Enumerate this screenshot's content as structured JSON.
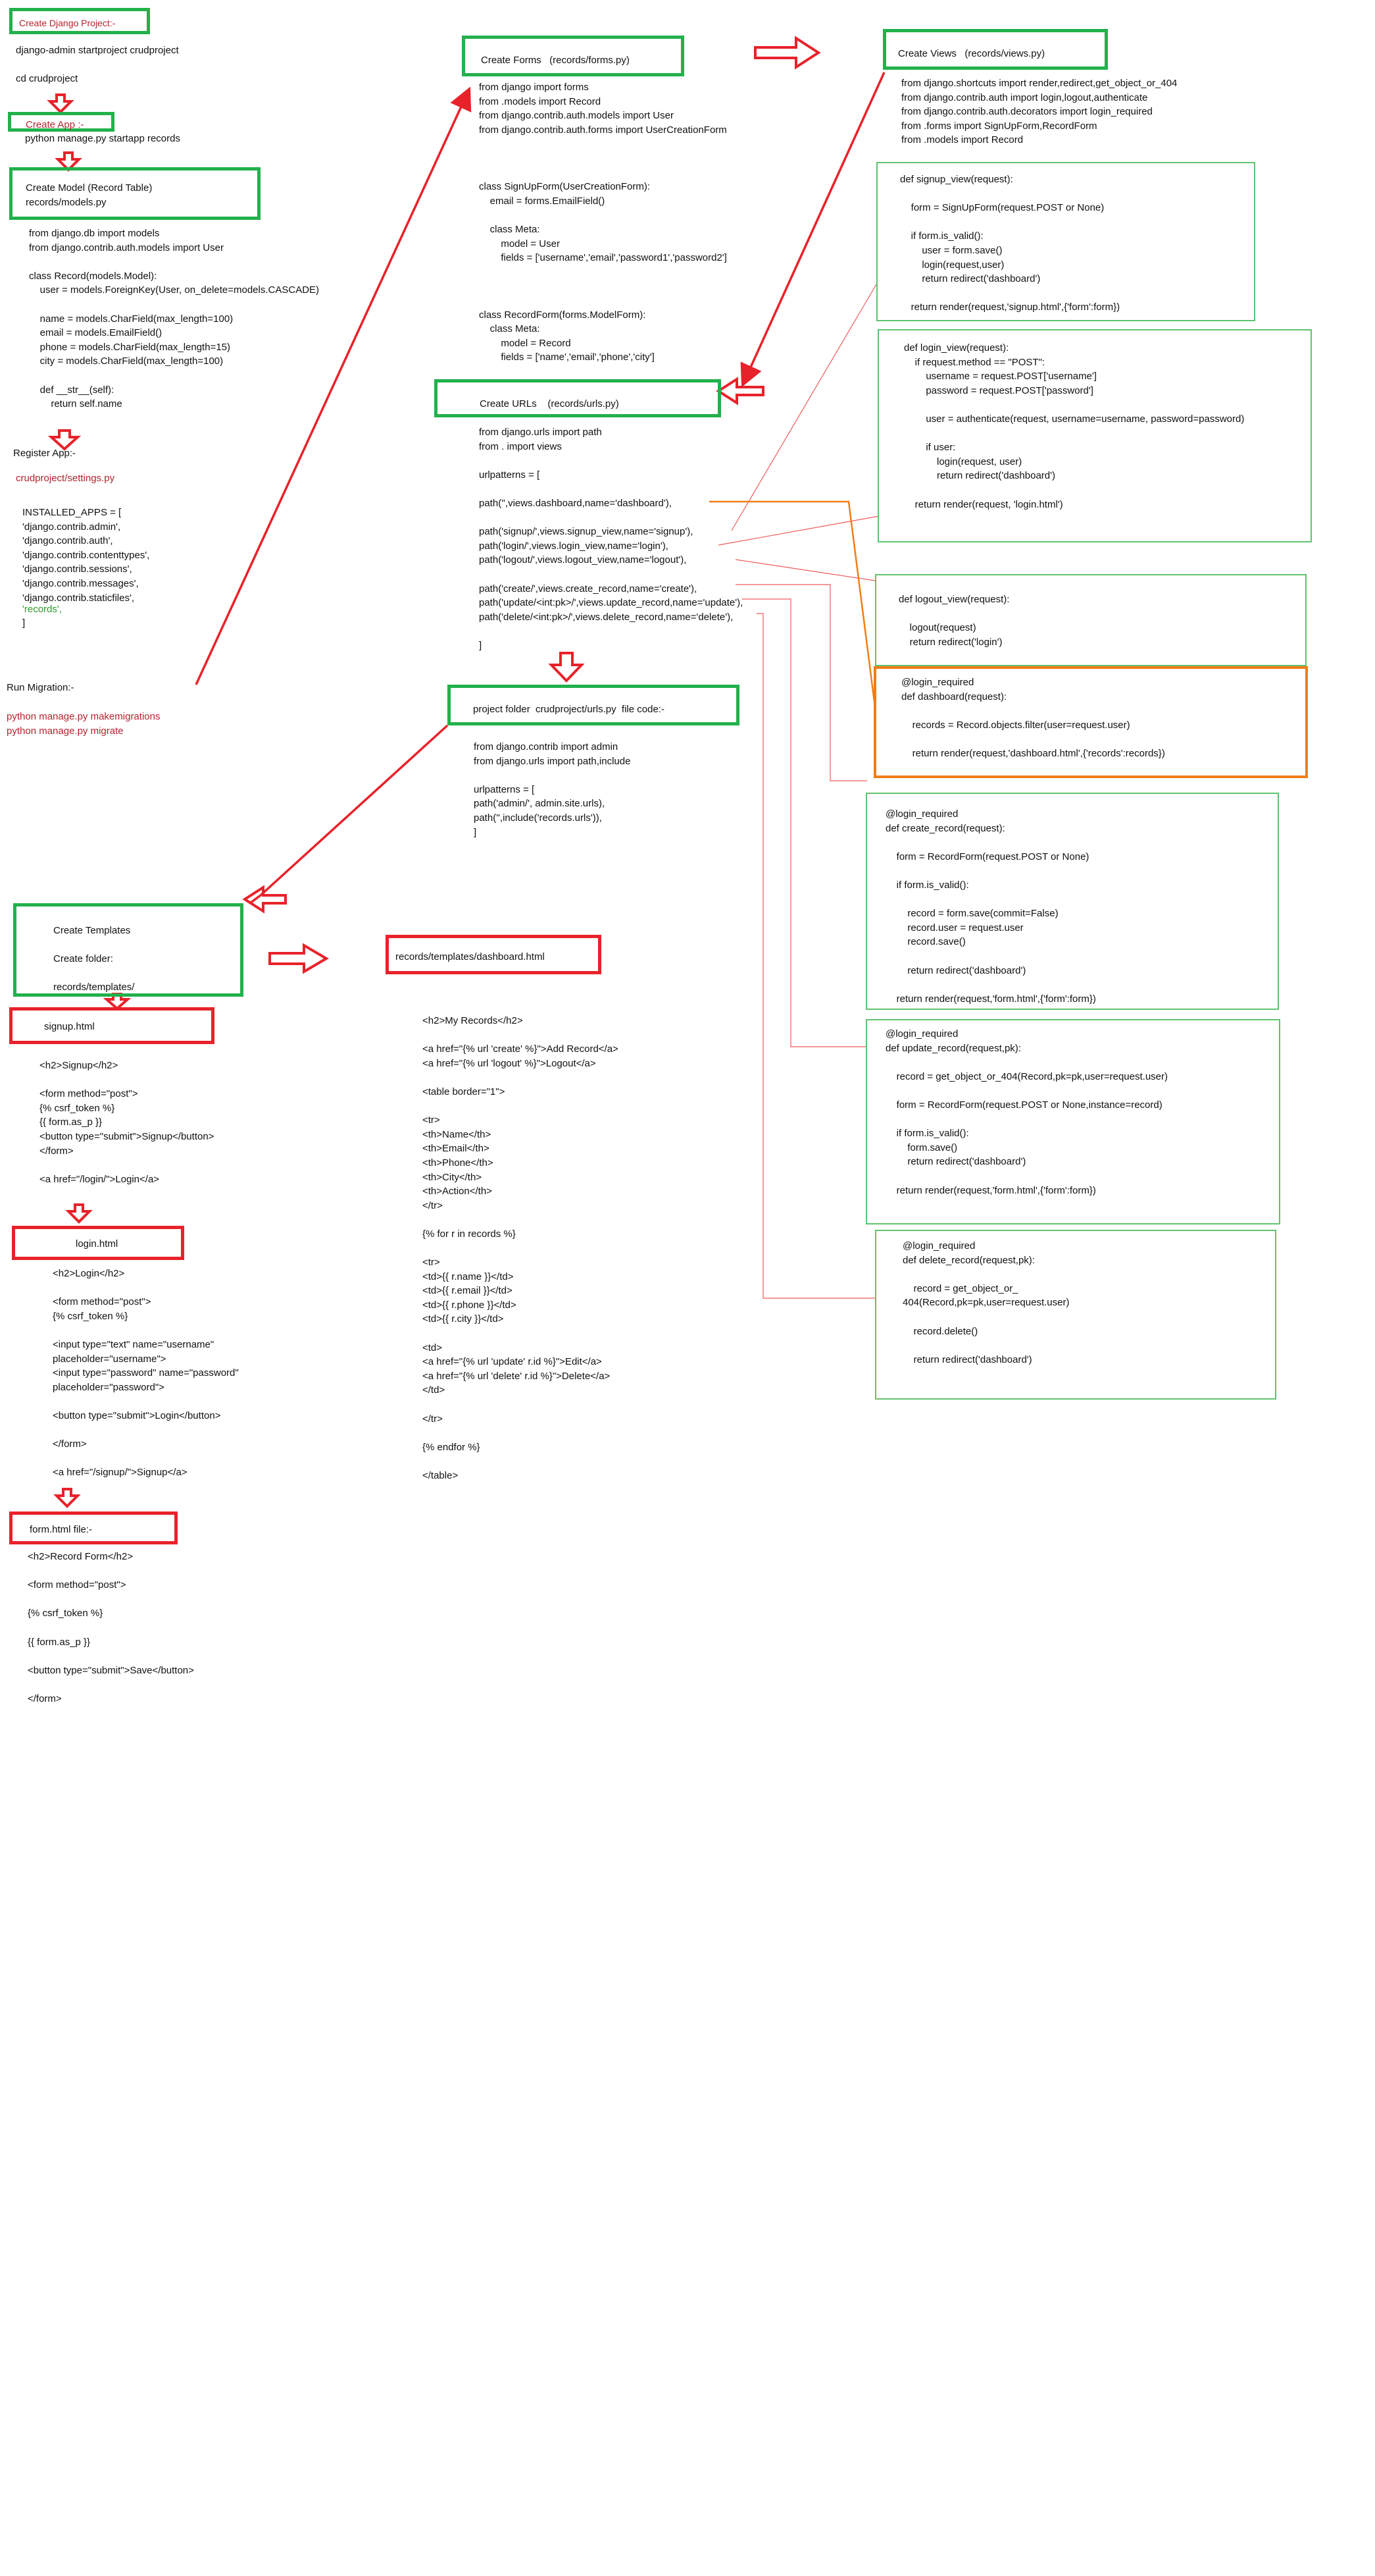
{
  "project": {
    "title": "Create Django Project:-",
    "commands": "django-admin startproject crudproject\n\ncd crudproject"
  },
  "app": {
    "title": "Create App :-",
    "command": "python manage.py startapp records"
  },
  "model": {
    "title": "Create Model (Record Table)\nrecords/models.py",
    "code": "from django.db import models\nfrom django.contrib.auth.models import User\n\nclass Record(models.Model):\n    user = models.ForeignKey(User, on_delete=models.CASCADE)\n\n    name = models.CharField(max_length=100)\n    email = models.EmailField()\n    phone = models.CharField(max_length=15)\n    city = models.CharField(max_length=100)\n\n    def __str__(self):\n        return self.name"
  },
  "register": {
    "title": "Register App:-",
    "file": "crudproject/settings.py",
    "code": "INSTALLED_APPS = [\n'django.contrib.admin',\n'django.contrib.auth',\n'django.contrib.contenttypes',\n'django.contrib.sessions',\n'django.contrib.messages',\n'django.contrib.staticfiles',",
    "records_entry": "'records',",
    "close": "]"
  },
  "migration": {
    "title": "Run Migration:-",
    "commands": "python manage.py makemigrations\npython manage.py migrate"
  },
  "forms": {
    "title": "Create Forms   (records/forms.py)",
    "code": "from django import forms\nfrom .models import Record\nfrom django.contrib.auth.models import User\nfrom django.contrib.auth.forms import UserCreationForm\n\n\n\nclass SignUpForm(UserCreationForm):\n    email = forms.EmailField()\n\n    class Meta:\n        model = User\n        fields = ['username','email','password1','password2']\n\n\n\nclass RecordForm(forms.ModelForm):\n    class Meta:\n        model = Record\n        fields = ['name','email','phone','city']"
  },
  "urls": {
    "title": "Create URLs    (records/urls.py)",
    "code": "from django.urls import path\nfrom . import views\n\nurlpatterns = [\n\npath('',views.dashboard,name='dashboard'),\n\npath('signup/',views.signup_view,name='signup'),\npath('login/',views.login_view,name='login'),\npath('logout/',views.logout_view,name='logout'),\n\npath('create/',views.create_record,name='create'),\npath('update/<int:pk>/',views.update_record,name='update'),\npath('delete/<int:pk>/',views.delete_record,name='delete'),\n\n]"
  },
  "project_urls": {
    "title": "project folder  crudproject/urls.py  file code:-",
    "code": "from django.contrib import admin\nfrom django.urls import path,include\n\nurlpatterns = [\npath('admin/', admin.site.urls),\npath('',include('records.urls')),\n]"
  },
  "views": {
    "title": "Create Views   (records/views.py)",
    "imports": "from django.shortcuts import render,redirect,get_object_or_404\nfrom django.contrib.auth import login,logout,authenticate\nfrom django.contrib.auth.decorators import login_required\nfrom .forms import SignUpForm,RecordForm\nfrom .models import Record",
    "signup_view": "def signup_view(request):\n\n    form = SignUpForm(request.POST or None)\n\n    if form.is_valid():\n        user = form.save()\n        login(request,user)\n        return redirect('dashboard')\n\n    return render(request,'signup.html',{'form':form})",
    "login_view": "def login_view(request):\n    if request.method == \"POST\":\n        username = request.POST['username']\n        password = request.POST['password']\n\n        user = authenticate(request, username=username, password=password)\n\n        if user:\n            login(request, user)\n            return redirect('dashboard')\n\n    return render(request, 'login.html')",
    "logout_view": "def logout_view(request):\n\n    logout(request)\n    return redirect('login')",
    "dashboard": "@login_required\ndef dashboard(request):\n\n    records = Record.objects.filter(user=request.user)\n\n    return render(request,'dashboard.html',{'records':records})",
    "create_record": "@login_required\ndef create_record(request):\n\n    form = RecordForm(request.POST or None)\n\n    if form.is_valid():\n\n        record = form.save(commit=False)\n        record.user = request.user\n        record.save()\n\n        return redirect('dashboard')\n\n    return render(request,'form.html',{'form':form})",
    "update_record": "@login_required\ndef update_record(request,pk):\n\n    record = get_object_or_404(Record,pk=pk,user=request.user)\n\n    form = RecordForm(request.POST or None,instance=record)\n\n    if form.is_valid():\n        form.save()\n        return redirect('dashboard')\n\n    return render(request,'form.html',{'form':form})",
    "delete_record": "@login_required\ndef delete_record(request,pk):\n\n    record = get_object_or_\n404(Record,pk=pk,user=request.user)\n\n    record.delete()\n\n    return redirect('dashboard')"
  },
  "templates": {
    "title": "Create Templates\n\nCreate folder:\n\nrecords/templates/",
    "dashboard_title": "records/templates/dashboard.html",
    "dashboard_code": "<h2>My Records</h2>\n\n<a href=\"{% url 'create' %}\">Add Record</a>\n<a href=\"{% url 'logout' %}\">Logout</a>\n\n<table border=\"1\">\n\n<tr>\n<th>Name</th>\n<th>Email</th>\n<th>Phone</th>\n<th>City</th>\n<th>Action</th>\n</tr>\n\n{% for r in records %}\n\n<tr>\n<td>{{ r.name }}</td>\n<td>{{ r.email }}</td>\n<td>{{ r.phone }}</td>\n<td>{{ r.city }}</td>\n\n<td>\n<a href=\"{% url 'update' r.id %}\">Edit</a>\n<a href=\"{% url 'delete' r.id %}\">Delete</a>\n</td>\n\n</tr>\n\n{% endfor %}\n\n</table>",
    "signup_title": "signup.html",
    "signup_code": "<h2>Signup</h2>\n\n<form method=\"post\">\n{% csrf_token %}\n{{ form.as_p }}\n<button type=\"submit\">Signup</button>\n</form>\n\n<a href=\"/login/\">Login</a>",
    "login_title": "login.html",
    "login_code": "<h2>Login</h2>\n\n<form method=\"post\">\n{% csrf_token %}\n\n<input type=\"text\" name=\"username\"\nplaceholder=\"username\">\n<input type=\"password\" name=\"password\"\nplaceholder=\"password\">\n\n<button type=\"submit\">Login</button>\n\n</form>\n\n<a href=\"/signup/\">Signup</a>",
    "form_title": "form.html file:-",
    "form_code": "<h2>Record Form</h2>\n\n<form method=\"post\">\n\n{% csrf_token %}\n\n{{ form.as_p }}\n\n<button type=\"submit\">Save</button>\n\n</form>"
  },
  "colors": {
    "green_border": "#22b14c",
    "red_border": "#e8222a",
    "orange_border": "#f07d16",
    "light_green_border": "#5fc36e",
    "title_red_text": "#b3232e"
  }
}
